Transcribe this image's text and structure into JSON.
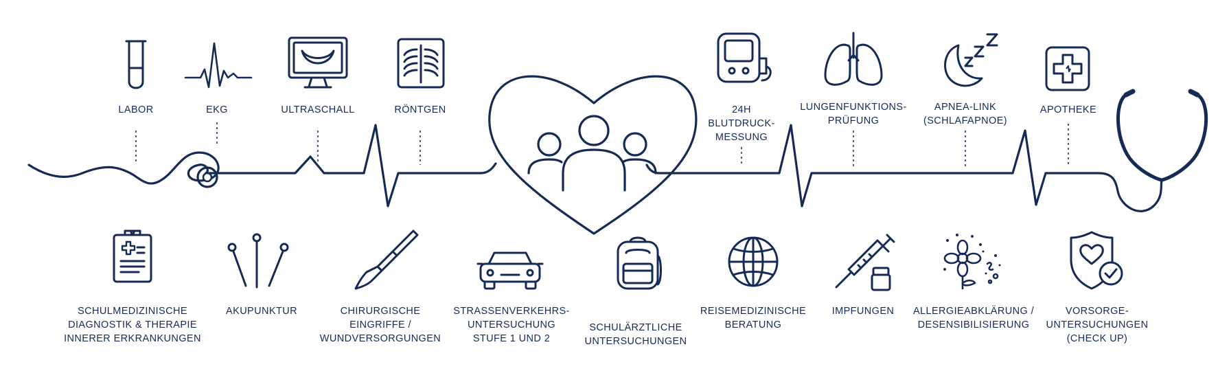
{
  "colors": {
    "ink": "#152a55",
    "background": "#ffffff"
  },
  "top_services": [
    {
      "icon": "test-tube-icon",
      "lines": [
        "LABOR"
      ]
    },
    {
      "icon": "ekg-wave-icon",
      "lines": [
        "EKG"
      ]
    },
    {
      "icon": "ultrasound-monitor-icon",
      "lines": [
        "ULTRASCHALL"
      ]
    },
    {
      "icon": "xray-icon",
      "lines": [
        "RÖNTGEN"
      ]
    },
    {
      "icon": "blood-pressure-monitor-icon",
      "lines": [
        "24H",
        "BLUTDRUCK-",
        "MESSUNG"
      ]
    },
    {
      "icon": "lungs-icon",
      "lines": [
        "LUNGENFUNKTIONS-",
        "PRÜFUNG"
      ]
    },
    {
      "icon": "moon-sleep-icon",
      "lines": [
        "APNEA-LINK",
        "(SCHLAFAPNOE)"
      ]
    },
    {
      "icon": "pharmacy-cross-icon",
      "lines": [
        "APOTHEKE"
      ]
    }
  ],
  "bottom_services": [
    {
      "icon": "clipboard-icon",
      "lines": [
        "SCHULMEDIZINISCHE",
        "DIAGNOSTIK & THERAPIE",
        "INNERER ERKRANKUNGEN"
      ]
    },
    {
      "icon": "acupuncture-needles-icon",
      "lines": [
        "AKUPUNKTUR"
      ]
    },
    {
      "icon": "scalpel-icon",
      "lines": [
        "CHIRURGISCHE",
        "EINGRIFFE /",
        "WUNDVERSORGUNGEN"
      ]
    },
    {
      "icon": "car-icon",
      "lines": [
        "STRASSENVERKEHRS-",
        "UNTERSUCHUNG",
        "STUFE 1 UND 2"
      ]
    },
    {
      "icon": "school-backpack-icon",
      "lines": [
        "SCHULÄRZTLICHE",
        "UNTERSUCHUNGEN"
      ]
    },
    {
      "icon": "globe-icon",
      "lines": [
        "REISEMEDIZINISCHE",
        "BERATUNG"
      ]
    },
    {
      "icon": "syringe-vial-icon",
      "lines": [
        "IMPFUNGEN"
      ]
    },
    {
      "icon": "flower-allergy-icon",
      "lines": [
        "ALLERGIEABKLÄRUNG /",
        "DESENSIBILISIERUNG"
      ]
    },
    {
      "icon": "shield-heart-check-icon",
      "lines": [
        "VORSORGE-",
        "UNTERSUCHUNGEN",
        "(CHECK UP)"
      ]
    }
  ],
  "center": {
    "icon": "heart-family-icon"
  },
  "end": {
    "icon": "stethoscope-icon"
  }
}
